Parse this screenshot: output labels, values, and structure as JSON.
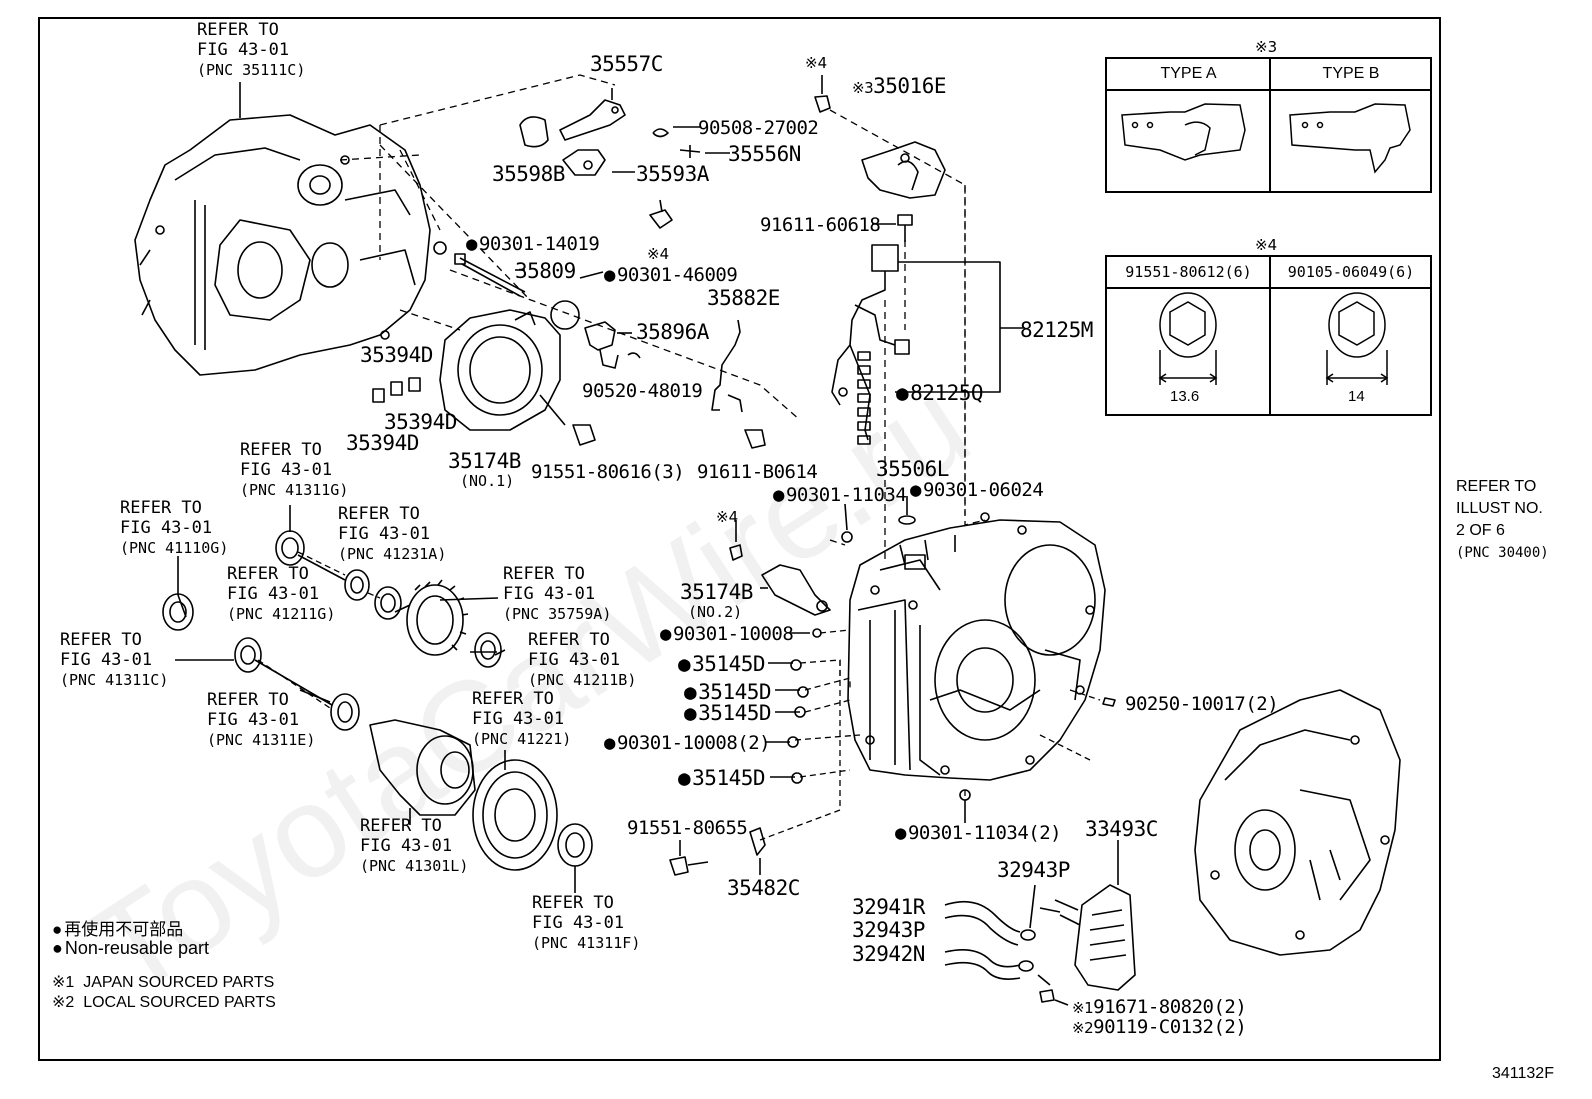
{
  "diagram": {
    "code": "341132F",
    "refer_right": [
      "REFER TO",
      "ILLUST NO.",
      "2 OF 6",
      "(PNC 30400)"
    ],
    "refer_blocks": {
      "case_top": [
        "REFER TO",
        "FIG 43-01",
        "(PNC 35111C)"
      ],
      "r41311g": [
        "REFER TO",
        "FIG 43-01",
        "(PNC 41311G)"
      ],
      "r41110g": [
        "REFER TO",
        "FIG 43-01",
        "(PNC 41110G)"
      ],
      "r41231a": [
        "REFER TO",
        "FIG 43-01",
        "(PNC 41231A)"
      ],
      "r41211g": [
        "REFER TO",
        "FIG 43-01",
        "(PNC 41211G)"
      ],
      "r35759a": [
        "REFER TO",
        "FIG 43-01",
        "(PNC 35759A)"
      ],
      "r41311c": [
        "REFER TO",
        "FIG 43-01",
        "(PNC 41311C)"
      ],
      "r41211b": [
        "REFER TO",
        "FIG 43-01",
        "(PNC 41211B)"
      ],
      "r41311e": [
        "REFER TO",
        "FIG 43-01",
        "(PNC 41311E)"
      ],
      "r41221": [
        "REFER TO",
        "FIG 43-01",
        "(PNC 41221)"
      ],
      "r41301l": [
        "REFER TO",
        "FIG 43-01",
        "(PNC 41301L)"
      ],
      "r41311f": [
        "REFER TO",
        "FIG 43-01",
        "(PNC 41311F)"
      ]
    },
    "parts": {
      "p35557c": "35557C",
      "p90508": "90508-27002",
      "p35556n": "35556N",
      "p35598b": "35598B",
      "p35593a": "35593A",
      "p90301_14019": "90301-14019",
      "p35809": "35809",
      "p90301_46009": "90301-46009",
      "p35882e": "35882E",
      "p35896a": "35896A",
      "p90520": "90520-48019",
      "p35394d_1": "35394D",
      "p35394d_2": "35394D",
      "p35394d_3": "35394D",
      "p35174b": "35174B",
      "p35174b_no1": "(NO.1)",
      "p91551_80616": "91551-80616(3)",
      "p91611_b0614": "91611-B0614",
      "p35016e": "35016E",
      "p91611_60618": "91611-60618",
      "p82125m": "82125M",
      "p82125q": "82125Q",
      "p35506l": "35506L",
      "p90301_11034": "90301-11034",
      "p90301_06024": "90301-06024",
      "p35174b_2": "35174B",
      "p35174b_no2": "(NO.2)",
      "p90301_10008": "90301-10008",
      "p35145d_1": "35145D",
      "p35145d_2": "35145D",
      "p35145d_3": "35145D",
      "p90301_10008_2": "90301-10008(2)",
      "p35145d_4": "35145D",
      "p90250": "90250-10017(2)",
      "p90301_11034_2": "90301-11034(2)",
      "p91551_80655": "91551-80655",
      "p35482c": "35482C",
      "p33493c": "33493C",
      "p32943p_1": "32943P",
      "p32941r": "32941R",
      "p32943p_2": "32943P",
      "p32942n": "32942N",
      "p91671": "91671-80820(2)",
      "p90119": "90119-C0132(2)"
    },
    "marks": {
      "m1": "※1",
      "m2": "※2",
      "m3": "※3",
      "m4": "※4"
    },
    "table3": {
      "title": "※3",
      "col_a": "TYPE A",
      "col_b": "TYPE B"
    },
    "table4": {
      "title": "※4",
      "col_a": "91551-80612(6)",
      "col_b": "90105-06049(6)",
      "dim_a": "13.6",
      "dim_b": "14"
    },
    "legend": {
      "jp": "再使用不可部品",
      "en": "Non-reusable part",
      "note1": "※1  JAPAN SOURCED PARTS",
      "note2": "※2  LOCAL SOURCED PARTS"
    },
    "watermark": "ToyotaCarWire.ru"
  }
}
